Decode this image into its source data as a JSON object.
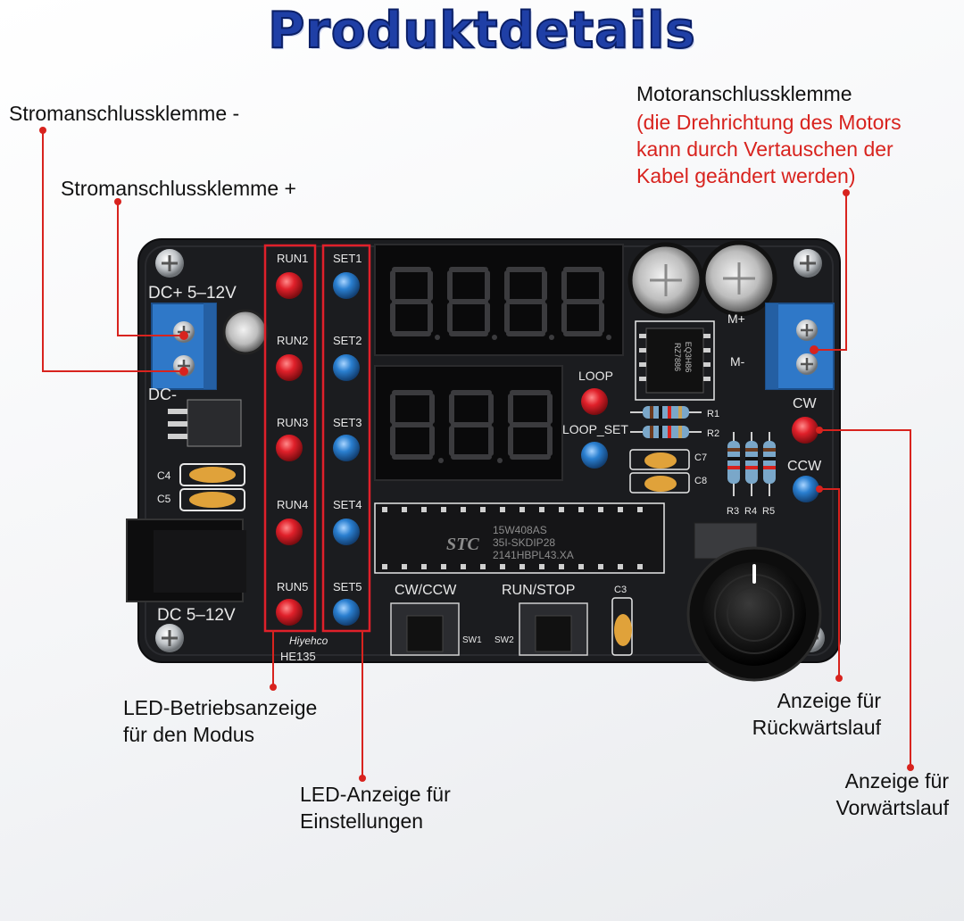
{
  "title": "Produktdetails",
  "labels": {
    "power_minus": "Stromanschlussklemme -",
    "power_plus": "Stromanschlussklemme +",
    "motor_title": "Motoranschlussklemme",
    "motor_note_1": "(die Drehrichtung des Motors",
    "motor_note_2": "kann durch Vertauschen der",
    "motor_note_3": "Kabel geändert werden)",
    "mode_led_1": "LED-Betriebsanzeige",
    "mode_led_2": "für den Modus",
    "set_led_1": "LED-Anzeige für",
    "set_led_2": "Einstellungen",
    "reverse_1": "Anzeige für",
    "reverse_2": "Rückwärtslauf",
    "forward_1": "Anzeige für",
    "forward_2": "Vorwärtslauf"
  },
  "board": {
    "dc_plus": "DC+ 5–12V",
    "dc_minus": "DC-",
    "dc_jack": "DC 5–12V",
    "run_labels": [
      "RUN1",
      "RUN2",
      "RUN3",
      "RUN4",
      "RUN5"
    ],
    "set_labels": [
      "SET1",
      "SET2",
      "SET3",
      "SET4",
      "SET5"
    ],
    "loop": "LOOP",
    "loop_set": "LOOP_SET",
    "cw": "CW",
    "ccw": "CCW",
    "motor_plus": "M+",
    "motor_minus": "M-",
    "btn_cw_ccw": "CW/CCW",
    "btn_run_stop": "RUN/STOP",
    "sw1": "SW1",
    "sw2": "SW2",
    "c3": "C3",
    "c4": "C4",
    "c5": "C5",
    "c7": "C7",
    "c8": "C8",
    "r1": "R1",
    "r2": "R2",
    "r345": [
      "R3",
      "R4",
      "R5"
    ],
    "brand": "Hiyehco",
    "model": "HE135",
    "chip_brand": "STC",
    "chip_line1": "15W408AS",
    "chip_line2": "35I-SKDIP28",
    "chip_line3": "2141HBPL43.XA",
    "ic_line1": "RZ7886",
    "ic_line2": "EQ3H86"
  },
  "colors": {
    "title": "#1f3fa6",
    "callout_line": "#d8231e",
    "board": "#1b1c1f",
    "led_red": "#e0202a",
    "led_blue": "#2a7fd0",
    "terminal": "#2f78c8"
  }
}
